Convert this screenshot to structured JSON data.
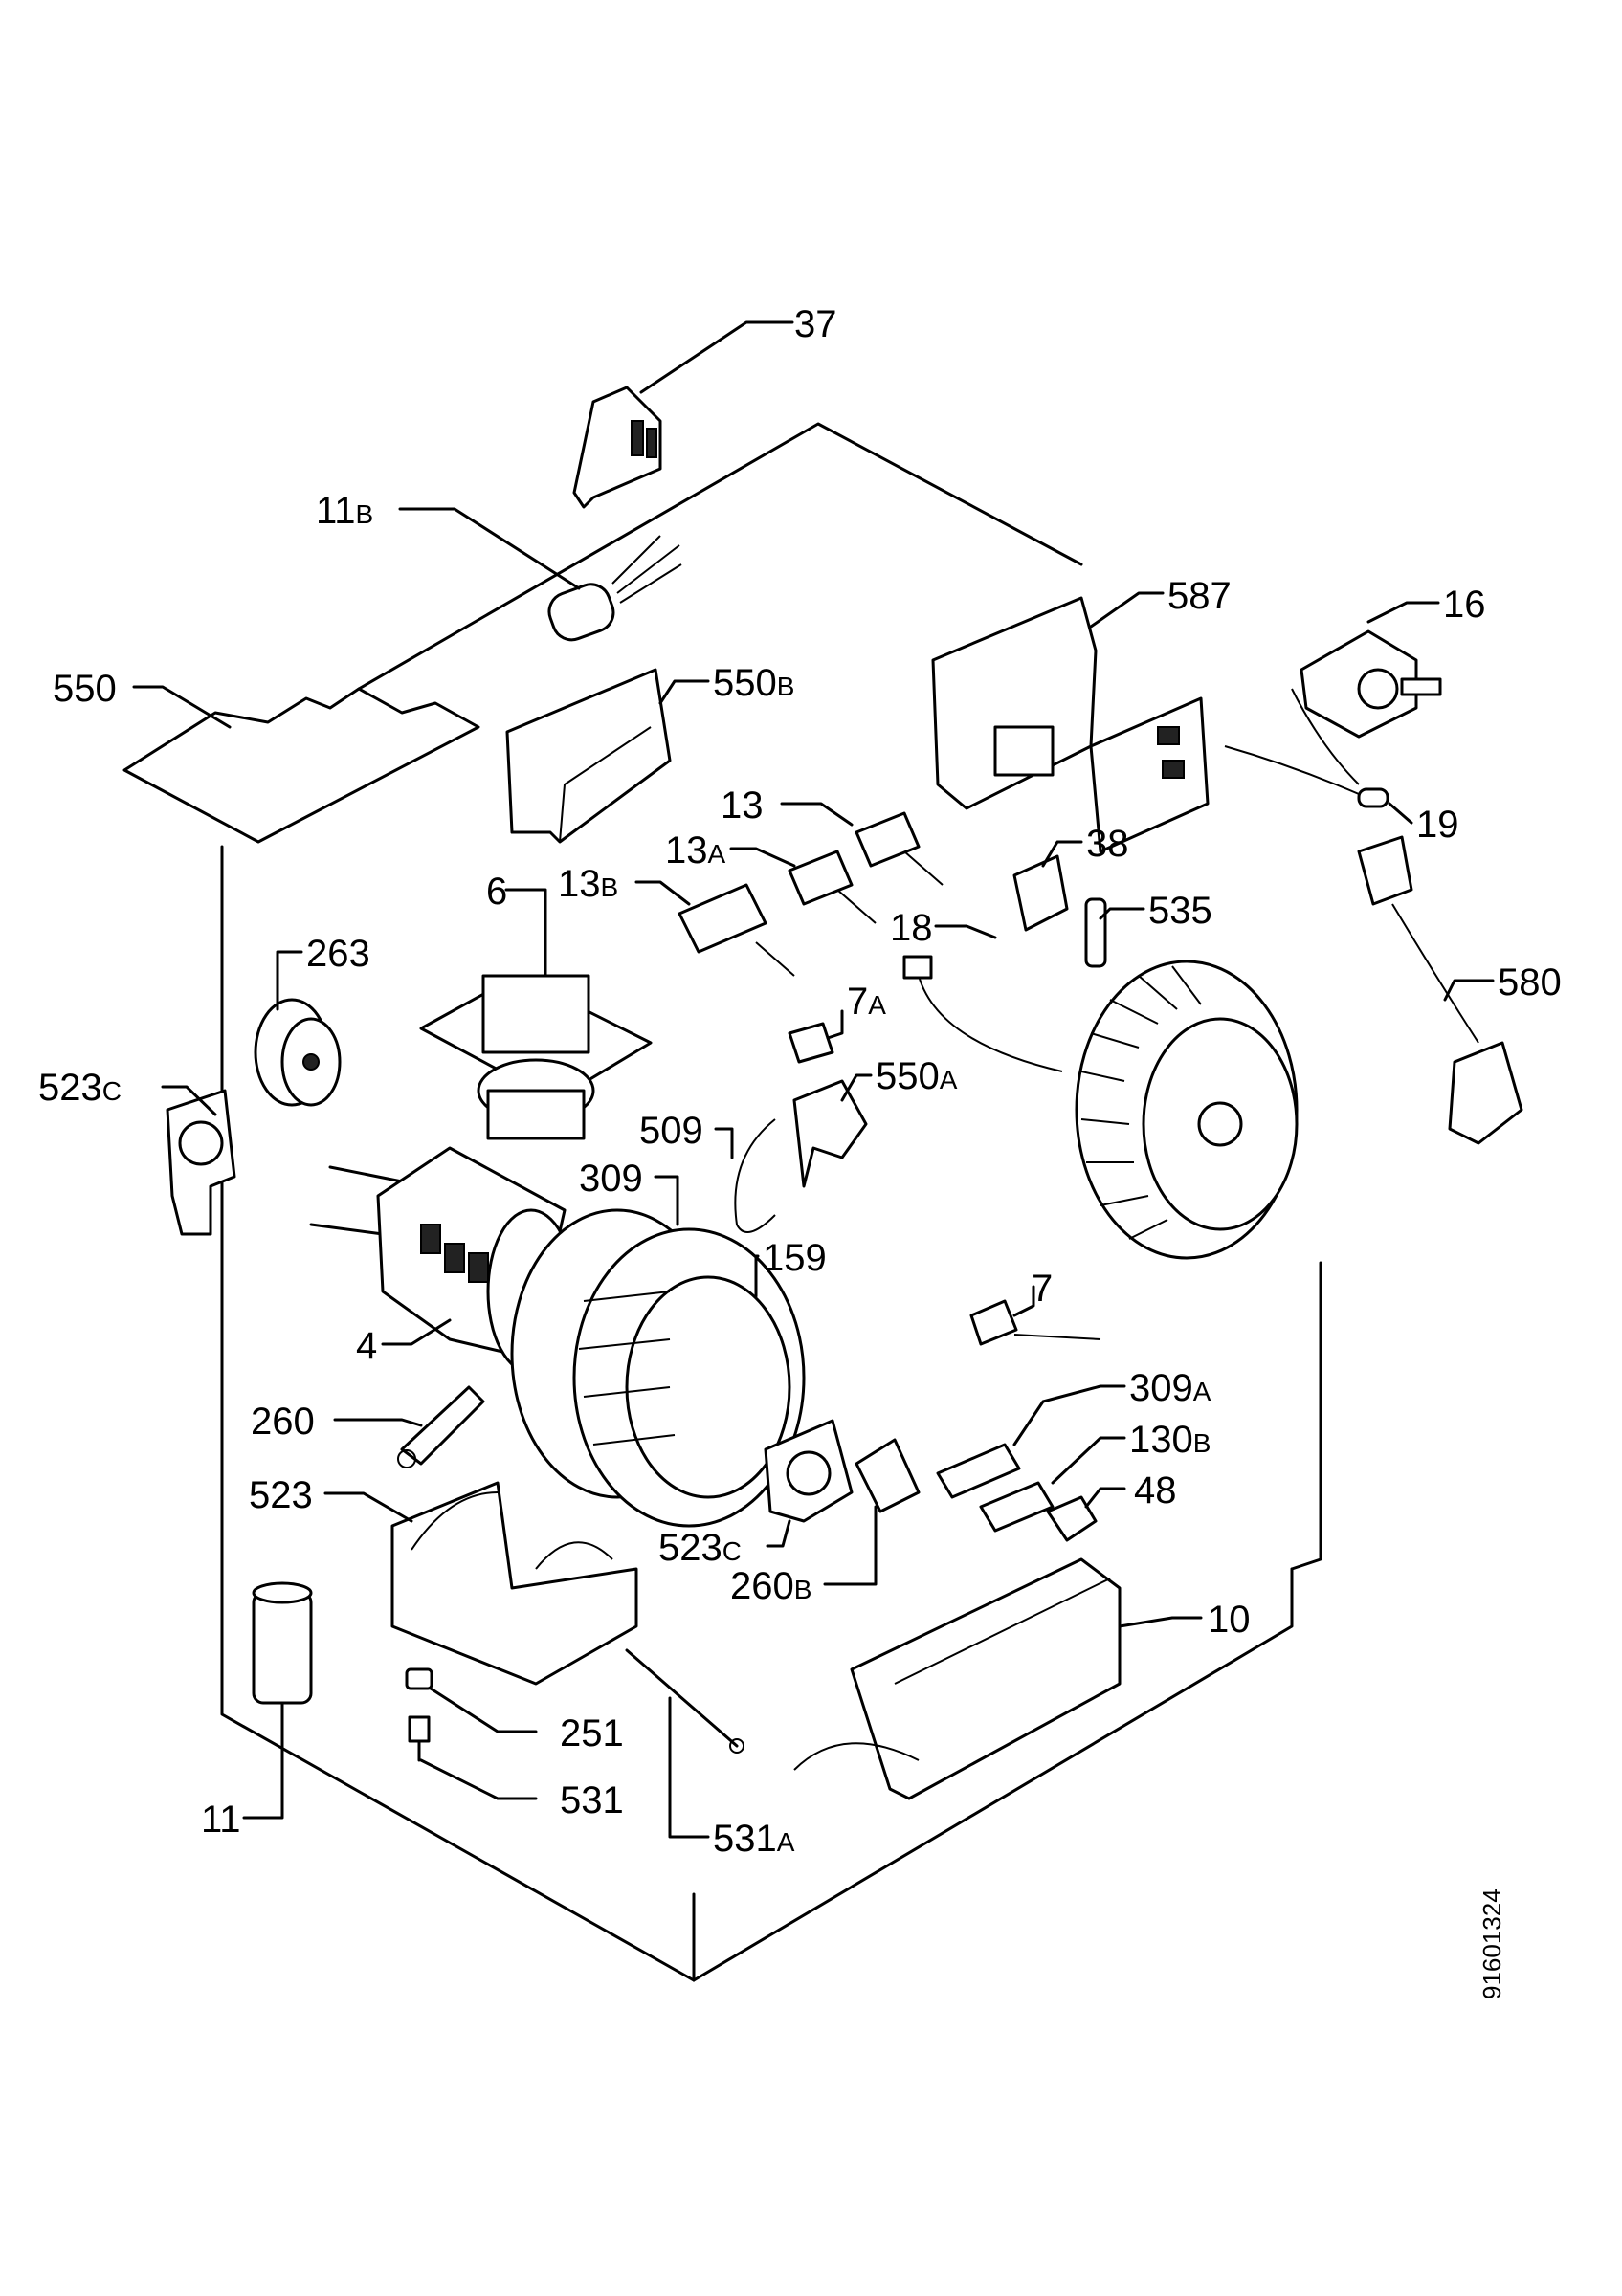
{
  "drawing_ref": "91601324",
  "callouts": {
    "c37": {
      "num": "37",
      "sub": ""
    },
    "c11B": {
      "num": "11",
      "sub": "B"
    },
    "c587": {
      "num": "587",
      "sub": ""
    },
    "c16": {
      "num": "16",
      "sub": ""
    },
    "c550": {
      "num": "550",
      "sub": ""
    },
    "c550B": {
      "num": "550",
      "sub": "B"
    },
    "c13": {
      "num": "13",
      "sub": ""
    },
    "c19": {
      "num": "19",
      "sub": ""
    },
    "c13A": {
      "num": "13",
      "sub": "A"
    },
    "c38": {
      "num": "38",
      "sub": ""
    },
    "c6": {
      "num": "6",
      "sub": ""
    },
    "c13B": {
      "num": "13",
      "sub": "B"
    },
    "c535": {
      "num": "535",
      "sub": ""
    },
    "c263": {
      "num": "263",
      "sub": ""
    },
    "c18": {
      "num": "18",
      "sub": ""
    },
    "c580": {
      "num": "580",
      "sub": ""
    },
    "c7A": {
      "num": "7",
      "sub": "A"
    },
    "c523C_left": {
      "num": "523",
      "sub": "C"
    },
    "c550A": {
      "num": "550",
      "sub": "A"
    },
    "c509": {
      "num": "509",
      "sub": ""
    },
    "c309": {
      "num": "309",
      "sub": ""
    },
    "c159": {
      "num": "159",
      "sub": ""
    },
    "c7": {
      "num": "7",
      "sub": ""
    },
    "c4": {
      "num": "4",
      "sub": ""
    },
    "c309A": {
      "num": "309",
      "sub": "A"
    },
    "c260": {
      "num": "260",
      "sub": ""
    },
    "c130B": {
      "num": "130",
      "sub": "B"
    },
    "c523": {
      "num": "523",
      "sub": ""
    },
    "c48": {
      "num": "48",
      "sub": ""
    },
    "c523C_mid": {
      "num": "523",
      "sub": "C"
    },
    "c260B": {
      "num": "260",
      "sub": "B"
    },
    "c10": {
      "num": "10",
      "sub": ""
    },
    "c251": {
      "num": "251",
      "sub": ""
    },
    "c531": {
      "num": "531",
      "sub": ""
    },
    "c11": {
      "num": "11",
      "sub": ""
    },
    "c531A": {
      "num": "531",
      "sub": "A"
    }
  }
}
